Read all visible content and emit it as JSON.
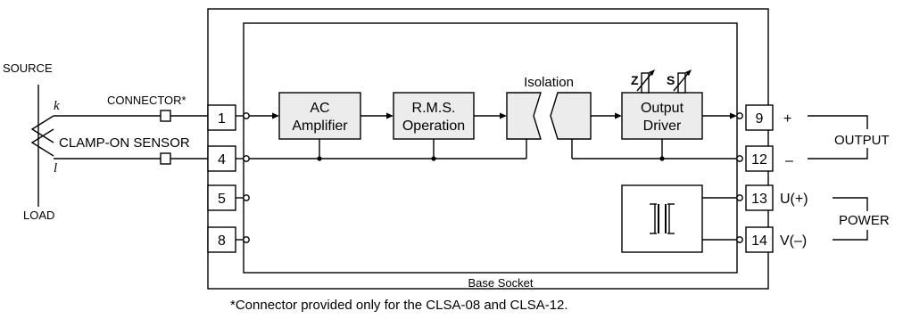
{
  "labels": {
    "source": "SOURCE",
    "load": "LOAD",
    "connector": "CONNECTOR*",
    "clamp_sensor": "CLAMP-ON SENSOR",
    "k": "k",
    "l": "l",
    "ac_amp_line1": "AC",
    "ac_amp_line2": "Amplifier",
    "rms_line1": "R.M.S.",
    "rms_line2": "Operation",
    "isolation": "Isolation",
    "z": "Z",
    "s": "S",
    "output_driver_line1": "Output",
    "output_driver_line2": "Driver",
    "base_socket": "Base Socket",
    "output": "OUTPUT",
    "plus": "+",
    "minus": "–",
    "power": "POWER",
    "u_plus": "U(+)",
    "v_minus": "V(–)",
    "footnote": "*Connector provided only for the CLSA-08 and CLSA-12."
  },
  "terminals": {
    "t1": "1",
    "t4": "4",
    "t5": "5",
    "t8": "8",
    "t9": "9",
    "t12": "12",
    "t13": "13",
    "t14": "14"
  }
}
